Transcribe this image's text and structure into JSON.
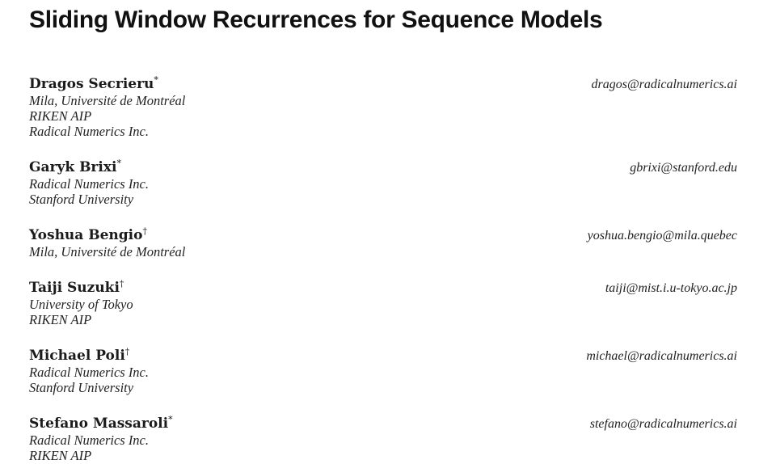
{
  "title": "Sliding Window Recurrences for Sequence Models",
  "colors": {
    "background": "#ffffff",
    "text": "#1b1b1b"
  },
  "authors": [
    {
      "name": "Dragos Secrieru",
      "mark": "*",
      "affiliations": [
        "Mila, Université de Montréal",
        "RIKEN AIP",
        "Radical Numerics Inc."
      ],
      "email": "dragos@radicalnumerics.ai"
    },
    {
      "name": "Garyk Brixi",
      "mark": "*",
      "affiliations": [
        "Radical Numerics Inc.",
        "Stanford University"
      ],
      "email": "gbrixi@stanford.edu"
    },
    {
      "name": "Yoshua Bengio",
      "mark": "†",
      "affiliations": [
        "Mila, Université de Montréal"
      ],
      "email": "yoshua.bengio@mila.quebec"
    },
    {
      "name": "Taiji Suzuki",
      "mark": "†",
      "affiliations": [
        "University of Tokyo",
        "RIKEN AIP"
      ],
      "email": "taiji@mist.i.u-tokyo.ac.jp"
    },
    {
      "name": "Michael Poli",
      "mark": "†",
      "affiliations": [
        "Radical Numerics Inc.",
        "Stanford University"
      ],
      "email": "michael@radicalnumerics.ai"
    },
    {
      "name": "Stefano Massaroli",
      "mark": "*",
      "affiliations": [
        "Radical Numerics Inc.",
        "RIKEN AIP"
      ],
      "email": "stefano@radicalnumerics.ai"
    }
  ]
}
